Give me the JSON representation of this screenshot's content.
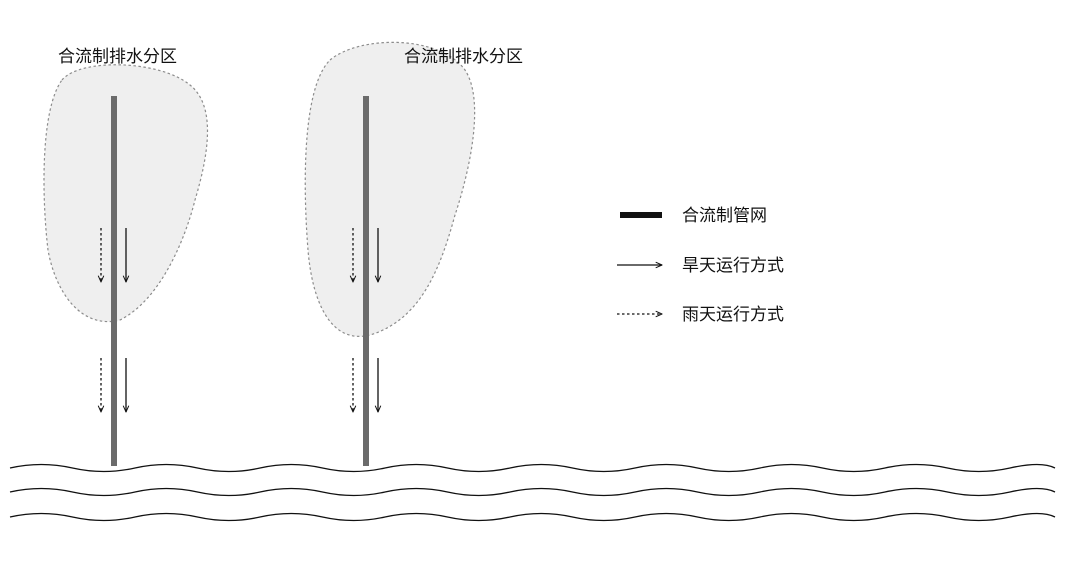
{
  "zones": [
    {
      "label": "合流制排水分区"
    },
    {
      "label": "合流制排水分区"
    }
  ],
  "legend": [
    {
      "kind": "pipe",
      "label": "合流制管网"
    },
    {
      "kind": "solid-arrow",
      "label": "旱天运行方式"
    },
    {
      "kind": "dashed-arrow",
      "label": "雨天运行方式"
    }
  ],
  "colors": {
    "zone_fill": "#efefef",
    "zone_border": "#8c8c8c",
    "pipe": "#6b6b6b",
    "arrow": "#111111",
    "water_line": "#111111"
  }
}
